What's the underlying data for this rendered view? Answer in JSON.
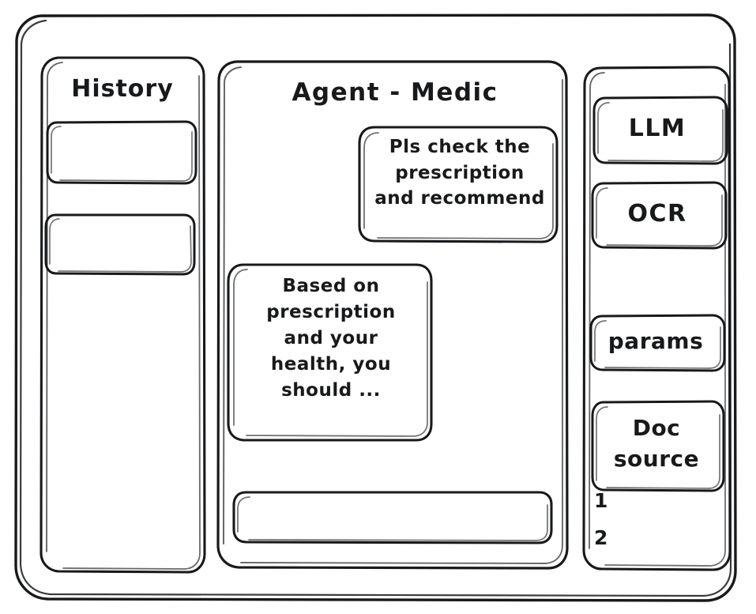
{
  "window": {
    "style": "hand-drawn-wireframe",
    "stroke_color": "#17191b",
    "background_color": "#ffffff"
  },
  "sidebar_history": {
    "title": "History",
    "items": [
      {
        "label": ""
      },
      {
        "label": ""
      }
    ]
  },
  "main": {
    "title": "Agent - Medic",
    "messages": [
      {
        "role": "user",
        "text": "Pls check the\nprescription\nand recommend"
      },
      {
        "role": "agent",
        "text": "Based on\nprescription\nand your\nhealth, you\nshould ..."
      }
    ],
    "composer": {
      "value": "",
      "placeholder": ""
    }
  },
  "sidebar_tools": {
    "buttons": [
      {
        "label": "LLM",
        "name": "llm"
      },
      {
        "label": "OCR",
        "name": "ocr"
      },
      {
        "label": "params",
        "name": "params"
      },
      {
        "label": "Doc\nsource",
        "name": "doc-source"
      }
    ],
    "doc_source_list": [
      {
        "label": "1"
      },
      {
        "label": "2"
      }
    ]
  }
}
